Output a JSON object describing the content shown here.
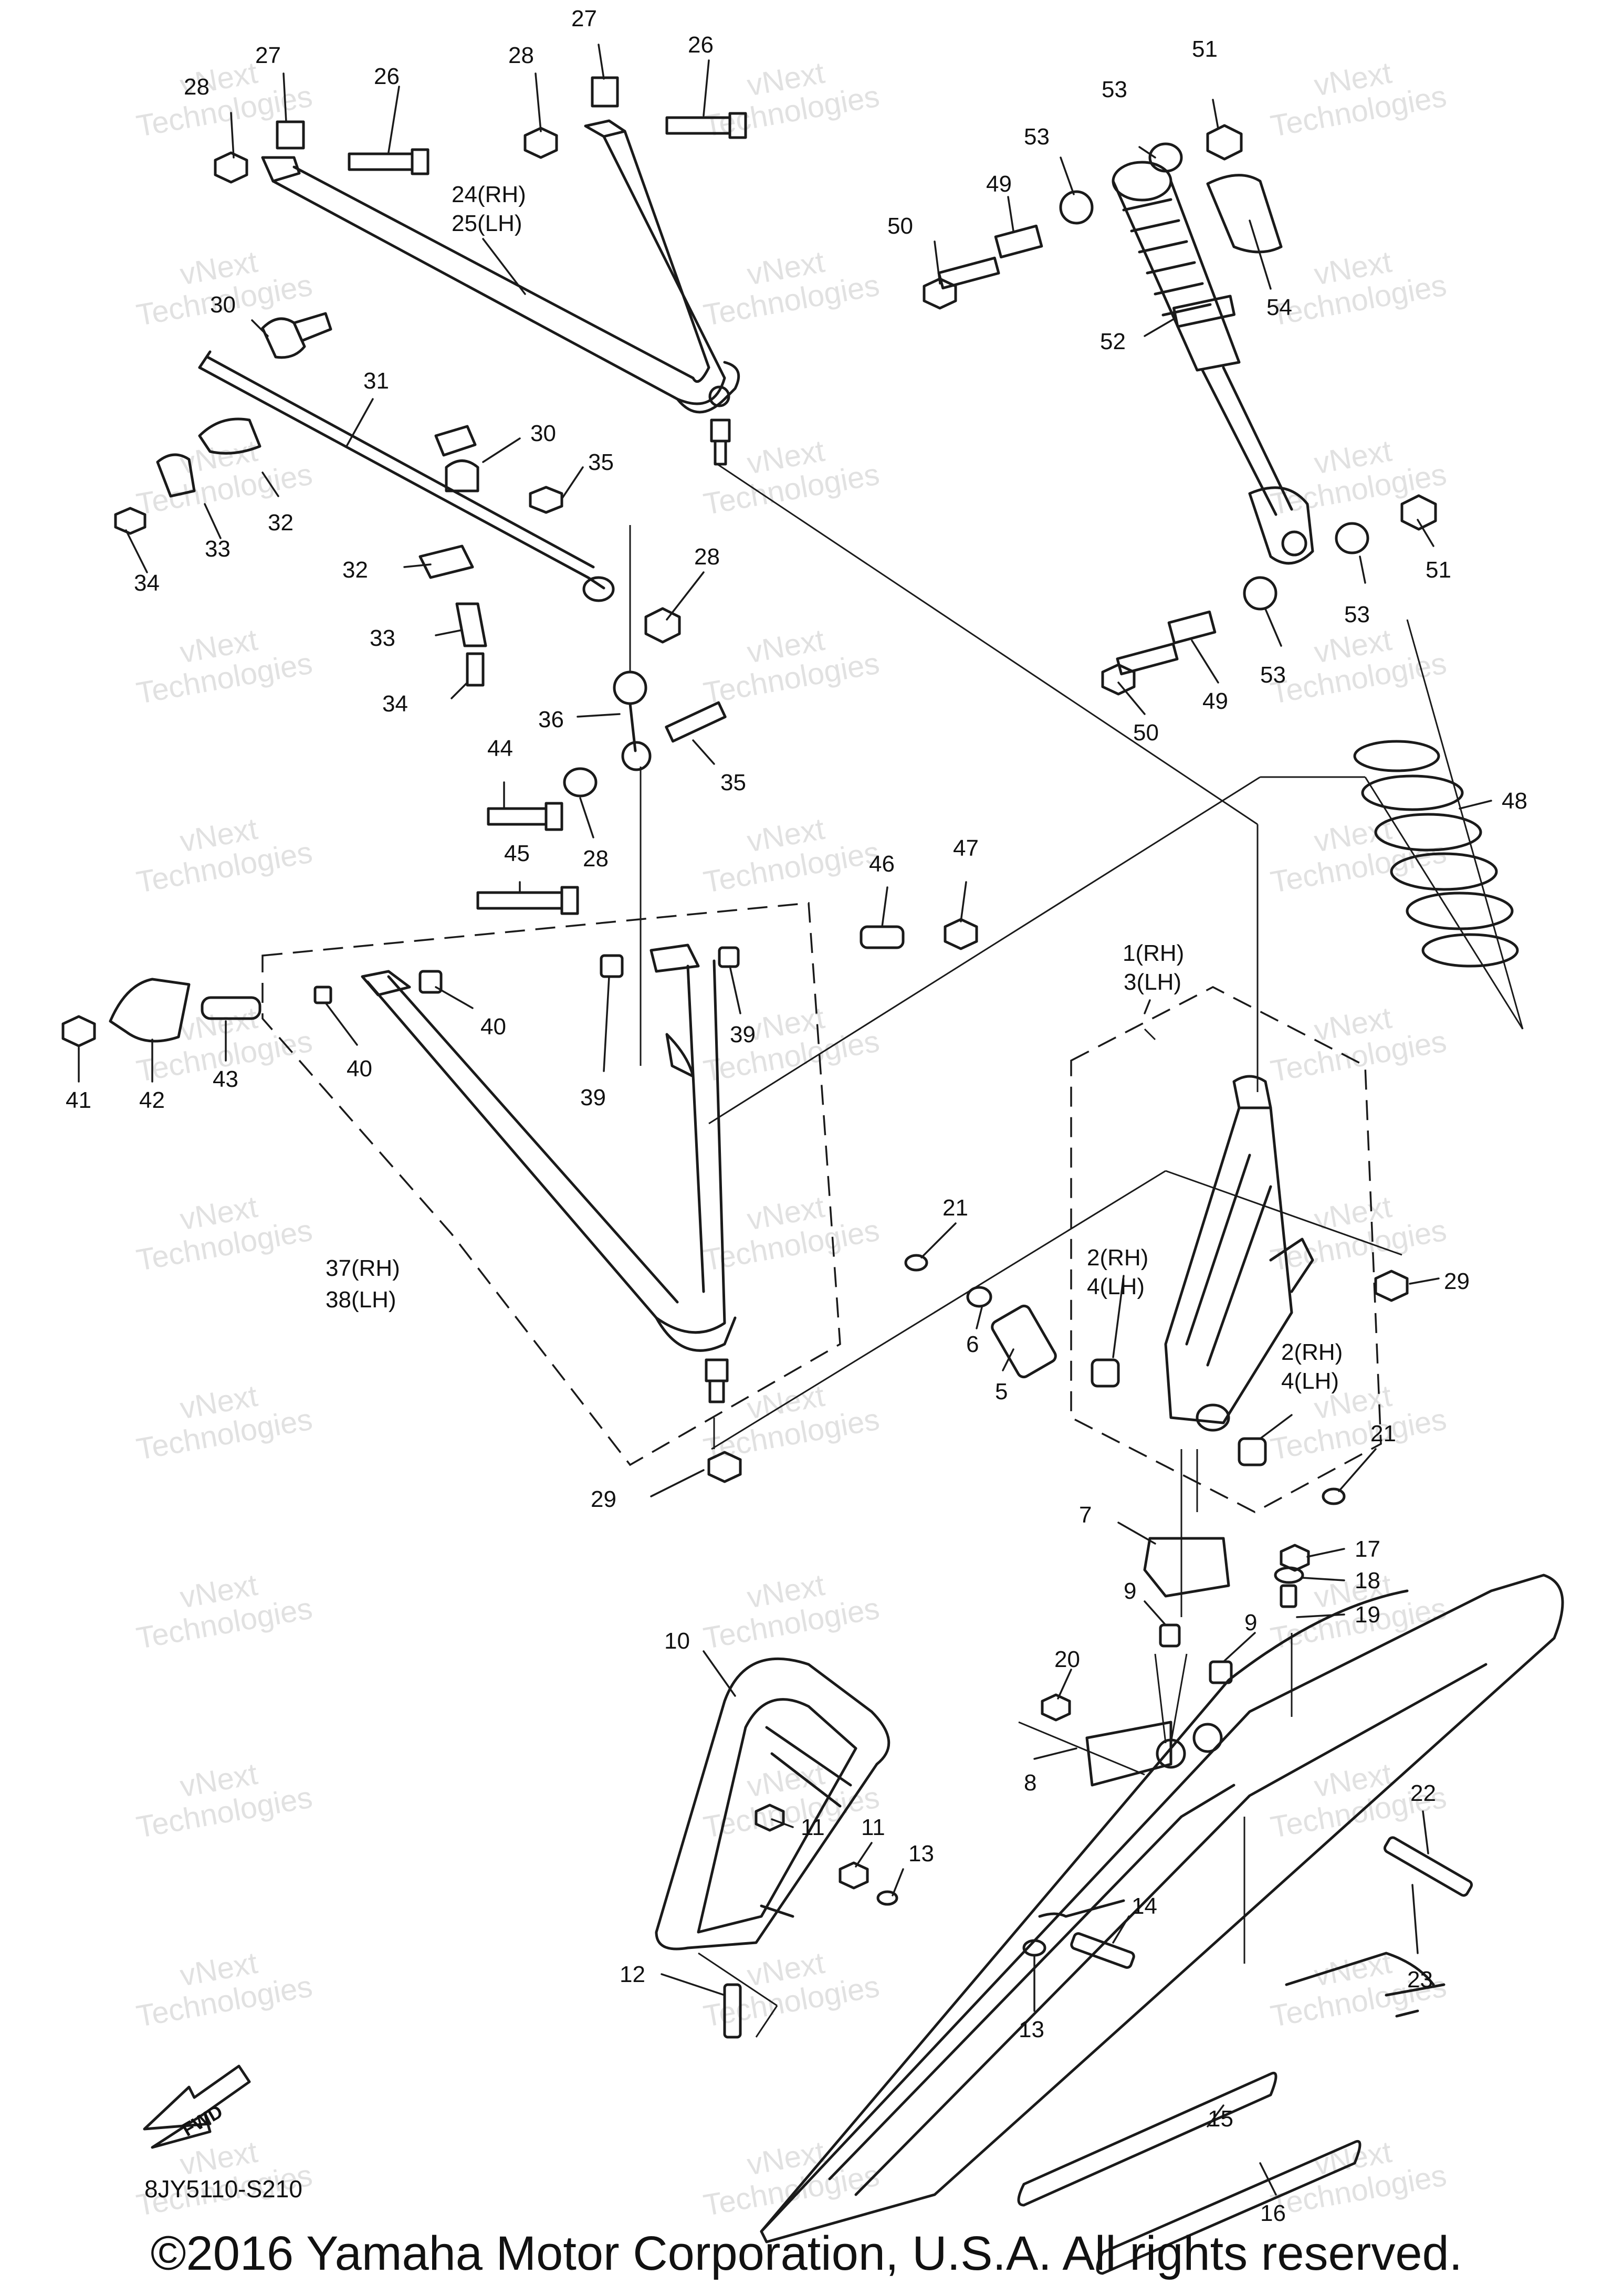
{
  "diagram_code": "8JY5110-S210",
  "copyright": "©2016 Yamaha Motor Corporation, U.S.A. All rights reserved.",
  "fwd_label": "FWD",
  "watermark": [
    "vNext",
    "Technologies"
  ],
  "callouts": [
    {
      "id": "c27a",
      "text": "27"
    },
    {
      "id": "c28a",
      "text": "28"
    },
    {
      "id": "c26a",
      "text": "26"
    },
    {
      "id": "c27b",
      "text": "27"
    },
    {
      "id": "c28b",
      "text": "28"
    },
    {
      "id": "c26b",
      "text": "26"
    },
    {
      "id": "c24",
      "text": "24(RH)"
    },
    {
      "id": "c25",
      "text": "25(LH)"
    },
    {
      "id": "c51a",
      "text": "51"
    },
    {
      "id": "c53a",
      "text": "53"
    },
    {
      "id": "c53b",
      "text": "53"
    },
    {
      "id": "c49a",
      "text": "49"
    },
    {
      "id": "c50a",
      "text": "50"
    },
    {
      "id": "c54",
      "text": "54"
    },
    {
      "id": "c52",
      "text": "52"
    },
    {
      "id": "c30a",
      "text": "30"
    },
    {
      "id": "c31",
      "text": "31"
    },
    {
      "id": "c30b",
      "text": "30"
    },
    {
      "id": "c35a",
      "text": "35"
    },
    {
      "id": "c32a",
      "text": "32"
    },
    {
      "id": "c33a",
      "text": "33"
    },
    {
      "id": "c34a",
      "text": "34"
    },
    {
      "id": "c32b",
      "text": "32"
    },
    {
      "id": "c28c",
      "text": "28"
    },
    {
      "id": "c33b",
      "text": "33"
    },
    {
      "id": "c34b",
      "text": "34"
    },
    {
      "id": "c51b",
      "text": "51"
    },
    {
      "id": "c53c",
      "text": "53"
    },
    {
      "id": "c53d",
      "text": "53"
    },
    {
      "id": "c50b",
      "text": "50"
    },
    {
      "id": "c49b",
      "text": "49"
    },
    {
      "id": "c36",
      "text": "36"
    },
    {
      "id": "c35b",
      "text": "35"
    },
    {
      "id": "c44",
      "text": "44"
    },
    {
      "id": "c28d",
      "text": "28"
    },
    {
      "id": "c48",
      "text": "48"
    },
    {
      "id": "c45",
      "text": "45"
    },
    {
      "id": "c46",
      "text": "46"
    },
    {
      "id": "c47",
      "text": "47"
    },
    {
      "id": "c1",
      "text": "1(RH)"
    },
    {
      "id": "c3",
      "text": "3(LH)"
    },
    {
      "id": "c40a",
      "text": "40"
    },
    {
      "id": "c40b",
      "text": "40"
    },
    {
      "id": "c39a",
      "text": "39"
    },
    {
      "id": "c39b",
      "text": "39"
    },
    {
      "id": "c41",
      "text": "41"
    },
    {
      "id": "c42",
      "text": "42"
    },
    {
      "id": "c43",
      "text": "43"
    },
    {
      "id": "c21a",
      "text": "21"
    },
    {
      "id": "c29a",
      "text": "29"
    },
    {
      "id": "c37",
      "text": "37(RH)"
    },
    {
      "id": "c38",
      "text": "38(LH)"
    },
    {
      "id": "c2a",
      "text": "2(RH)"
    },
    {
      "id": "c4a",
      "text": "4(LH)"
    },
    {
      "id": "c6",
      "text": "6"
    },
    {
      "id": "c2b",
      "text": "2(RH)"
    },
    {
      "id": "c4b",
      "text": "4(LH)"
    },
    {
      "id": "c5",
      "text": "5"
    },
    {
      "id": "c21b",
      "text": "21"
    },
    {
      "id": "c29b",
      "text": "29"
    },
    {
      "id": "c7",
      "text": "7"
    },
    {
      "id": "c17",
      "text": "17"
    },
    {
      "id": "c18",
      "text": "18"
    },
    {
      "id": "c19",
      "text": "19"
    },
    {
      "id": "c9a",
      "text": "9"
    },
    {
      "id": "c9b",
      "text": "9"
    },
    {
      "id": "c10",
      "text": "10"
    },
    {
      "id": "c20",
      "text": "20"
    },
    {
      "id": "c8",
      "text": "8"
    },
    {
      "id": "c11a",
      "text": "11"
    },
    {
      "id": "c11b",
      "text": "11"
    },
    {
      "id": "c13a",
      "text": "13"
    },
    {
      "id": "c22",
      "text": "22"
    },
    {
      "id": "c23",
      "text": "23"
    },
    {
      "id": "c14",
      "text": "14"
    },
    {
      "id": "c12",
      "text": "12"
    },
    {
      "id": "c13b",
      "text": "13"
    },
    {
      "id": "c15",
      "text": "15"
    },
    {
      "id": "c16",
      "text": "16"
    }
  ]
}
